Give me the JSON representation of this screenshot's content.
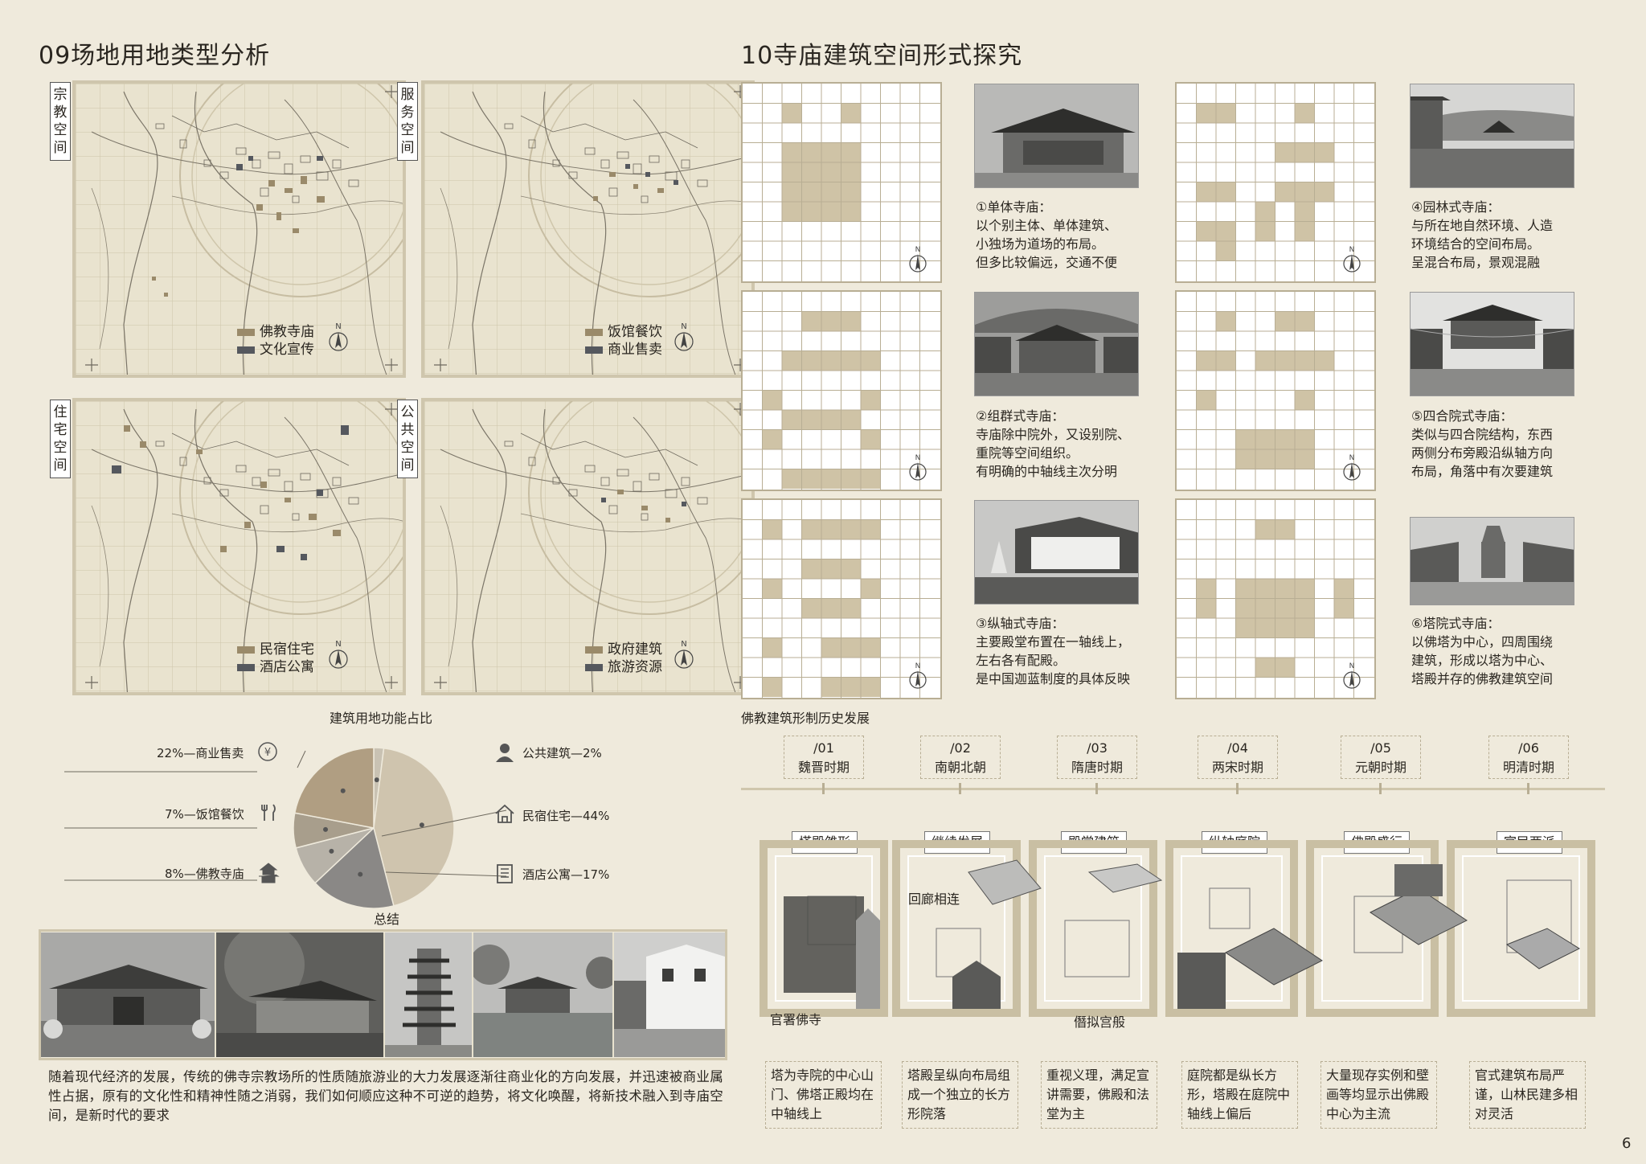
{
  "left": {
    "title": "09场地用地类型分析",
    "maps": [
      {
        "label": "宗教空间",
        "legend": [
          {
            "text": "佛教寺庙",
            "color": "#9a8a6a"
          },
          {
            "text": "文化宣传",
            "color": "#55585e"
          }
        ]
      },
      {
        "label": "服务空间",
        "legend": [
          {
            "text": "饭馆餐饮",
            "color": "#9a8a6a"
          },
          {
            "text": "商业售卖",
            "color": "#55585e"
          }
        ]
      },
      {
        "label": "住宅空间",
        "legend": [
          {
            "text": "民宿住宅",
            "color": "#9a8a6a"
          },
          {
            "text": "酒店公寓",
            "color": "#55585e"
          }
        ]
      },
      {
        "label": "公共空间",
        "legend": [
          {
            "text": "政府建筑",
            "color": "#9a8a6a"
          },
          {
            "text": "旅游资源",
            "color": "#55585e"
          }
        ]
      }
    ],
    "pie": {
      "title": "建筑用地功能占比",
      "labels": [
        "22%—商业售卖",
        "7%—饭馆餐饮",
        "8%—佛教寺庙",
        "公共建筑—2%",
        "民宿住宅—44%",
        "酒店公寓—17%"
      ]
    },
    "summary": {
      "title": "总结",
      "text": "随着现代经济的发展，传统的佛寺宗教场所的性质随旅游业的大力发展逐渐往商业化的方向发展，并迅速被商业属性占据，原有的文化性和精神性随之消弱，我们如何顺应这种不可逆的趋势，将文化唤醒，将新技术融入到寺庙空间，是新时代的要求"
    }
  },
  "chart_data": {
    "type": "pie",
    "title": "建筑用地功能占比",
    "slices": [
      {
        "name": "公共建筑",
        "value": 2,
        "color": "#c9c2b3"
      },
      {
        "name": "民宿住宅",
        "value": 44,
        "color": "#cfc4ae"
      },
      {
        "name": "酒店公寓",
        "value": 17,
        "color": "#8a8886"
      },
      {
        "name": "佛教寺庙",
        "value": 8,
        "color": "#b7b2a8"
      },
      {
        "name": "饭馆餐饮",
        "value": 7,
        "color": "#a89e8c"
      },
      {
        "name": "商业售卖",
        "value": 22,
        "color": "#b09e82"
      }
    ]
  },
  "right": {
    "title": "10寺庙建筑空间形式探究",
    "captions": [
      {
        "head": "①单体寺庙：",
        "lines": [
          "以个别主体、单体建筑、",
          "小独场为道场的布局。",
          "但多比较偏远，交通不便"
        ]
      },
      {
        "head": "②组群式寺庙：",
        "lines": [
          "寺庙除中院外，又设别院、",
          "重院等空间组织。",
          "有明确的中轴线主次分明"
        ]
      },
      {
        "head": "③纵轴式寺庙：",
        "lines": [
          "主要殿堂布置在一轴线上，",
          "左右各有配殿。",
          "是中国迦蓝制度的具体反映"
        ]
      },
      {
        "head": "④园林式寺庙：",
        "lines": [
          "与所在地自然环境、人造",
          "环境结合的空间布局。",
          "呈混合布局，景观混融"
        ]
      },
      {
        "head": "⑤四合院式寺庙：",
        "lines": [
          "类似与四合院结构，东西",
          "两侧分布旁殿沿纵轴方向",
          "布局，角落中有次要建筑"
        ]
      },
      {
        "head": "⑥塔院式寺庙：",
        "lines": [
          "以佛塔为中心，四周围绕",
          "建筑，形成以塔为中心、",
          "塔殿并存的佛教建筑空间"
        ]
      }
    ],
    "history": {
      "title": "佛教建筑形制历史发展",
      "periods": [
        {
          "num": "/01",
          "name": "魏晋时期",
          "tag": "塔殿雏形",
          "desc": "塔为寺院的中心山门、佛塔正殿均在中轴线上"
        },
        {
          "num": "/02",
          "name": "南朝北朝",
          "tag": "继续发展",
          "desc": "塔殿呈纵向布局组成一个独立的长方形院落"
        },
        {
          "num": "/03",
          "name": "隋唐时期",
          "tag": "殿堂建筑",
          "desc": "重视义理，满足宣讲需要，佛殿和法堂为主"
        },
        {
          "num": "/04",
          "name": "两宋时期",
          "tag": "纵轴庭院",
          "desc": "庭院都是纵长方形，塔殿在庭院中轴线上偏后"
        },
        {
          "num": "/05",
          "name": "元朝时期",
          "tag": "佛殿盛行",
          "desc": "大量现存实例和壁画等均显示出佛殿中心为主流"
        },
        {
          "num": "/06",
          "name": "明清时期",
          "tag": "官民两派",
          "desc": "官式建筑布局严谨，山林民建多相对灵活"
        }
      ],
      "notes": [
        "回廊相连",
        "官署佛寺",
        "僭拟宫般"
      ]
    }
  },
  "page_number": "6"
}
